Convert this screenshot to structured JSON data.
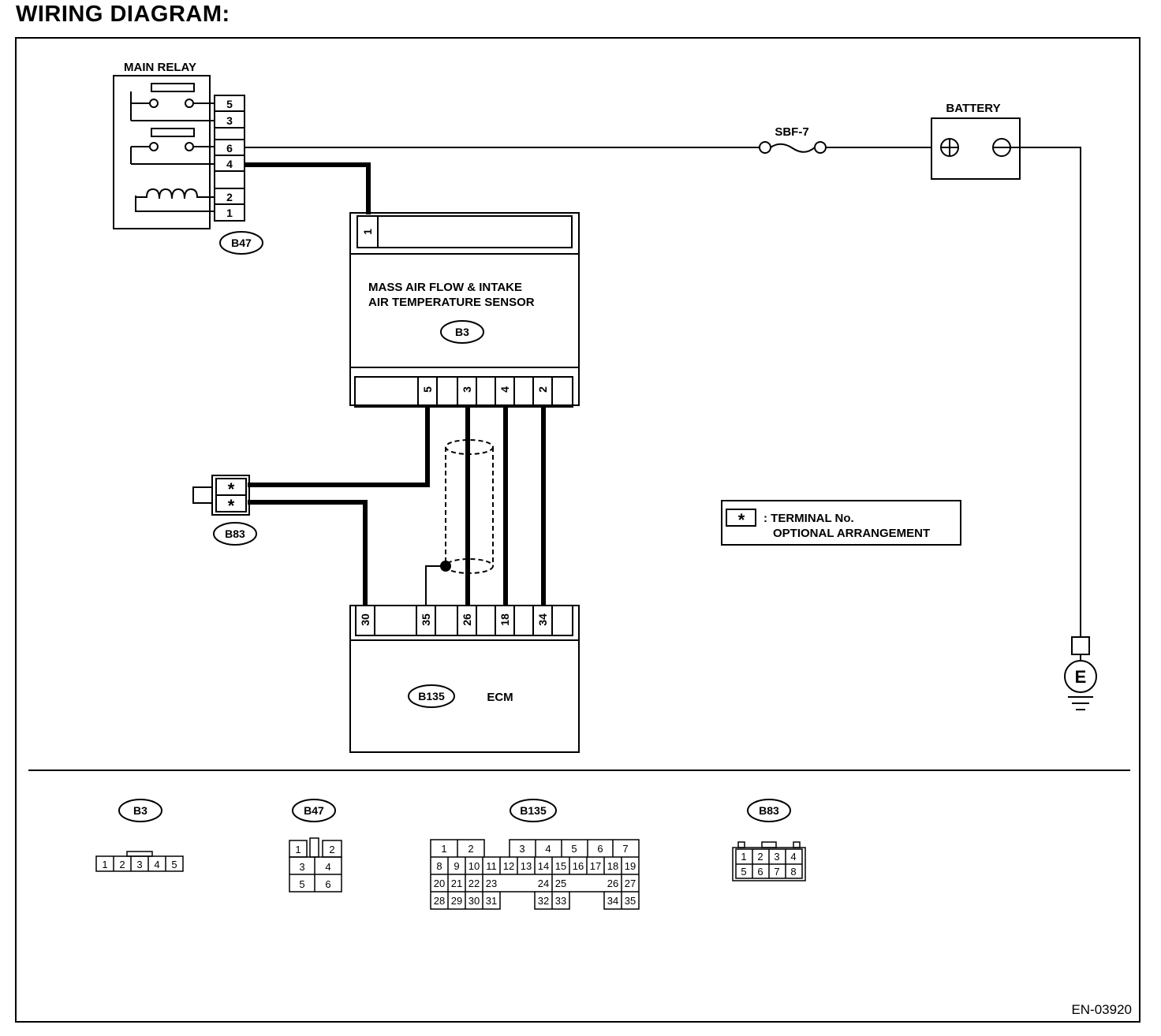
{
  "heading": "WIRING DIAGRAM:",
  "doc_id": "EN-03920",
  "components": {
    "main_relay": {
      "label": "MAIN RELAY",
      "connector": "B47",
      "terminals": [
        "5",
        "3",
        "6",
        "4",
        "2",
        "1"
      ]
    },
    "fuse": {
      "label": "SBF-7"
    },
    "battery": {
      "label": "BATTERY"
    },
    "maf_sensor": {
      "label_line1": "MASS AIR FLOW & INTAKE",
      "label_line2": "AIR TEMPERATURE SENSOR",
      "connector": "B3",
      "top_terminal": "1",
      "bottom_terminals": [
        "5",
        "3",
        "4",
        "2"
      ]
    },
    "ecm": {
      "label": "ECM",
      "connector": "B135",
      "terminals": [
        "30",
        "35",
        "26",
        "18",
        "34"
      ]
    },
    "b83": {
      "connector": "B83",
      "terminals": [
        "*",
        "*"
      ]
    },
    "ground": {
      "symbol": "E"
    }
  },
  "legend": {
    "symbol": "*",
    "line1": ": TERMINAL No.",
    "line2": "OPTIONAL ARRANGEMENT"
  },
  "connector_views": {
    "b3": {
      "label": "B3",
      "pins": [
        "1",
        "2",
        "3",
        "4",
        "5"
      ]
    },
    "b47": {
      "label": "B47",
      "pins": [
        "1",
        "2",
        "3",
        "4",
        "5",
        "6"
      ]
    },
    "b135": {
      "label": "B135",
      "pins": [
        "1",
        "2",
        "3",
        "4",
        "5",
        "6",
        "7",
        "8",
        "9",
        "10",
        "11",
        "12",
        "13",
        "14",
        "15",
        "16",
        "17",
        "18",
        "19",
        "20",
        "21",
        "22",
        "23",
        "24",
        "25",
        "26",
        "27",
        "28",
        "29",
        "30",
        "31",
        "32",
        "33",
        "34",
        "35"
      ]
    },
    "b83": {
      "label": "B83",
      "pins": [
        "1",
        "2",
        "3",
        "4",
        "5",
        "6",
        "7",
        "8"
      ]
    }
  }
}
